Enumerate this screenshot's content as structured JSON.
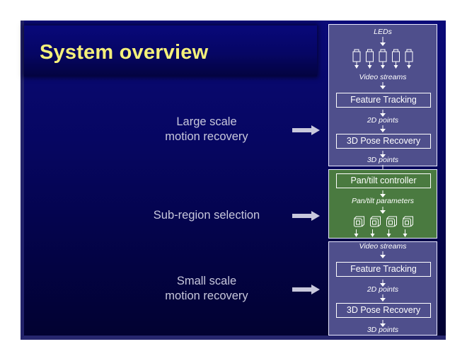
{
  "slide": {
    "title": "System overview",
    "colors": {
      "background": "#060660",
      "title": "#f4f07a",
      "label": "#c8c8dc",
      "panel_purple": "#4f4f8c",
      "panel_green": "#4a7a40",
      "arrow": "#c8c8dc"
    }
  },
  "stages": [
    {
      "label_line1": "Large scale",
      "label_line2": "motion recovery"
    },
    {
      "label_line1": "Sub-region selection"
    },
    {
      "label_line1": "Small scale",
      "label_line2": "motion recovery"
    }
  ],
  "pipeline": {
    "panel1": {
      "input": "LEDs",
      "camera_count": 5,
      "streams": "Video streams",
      "step1": "Feature Tracking",
      "mid": "2D points",
      "step2": "3D Pose Recovery",
      "output": "3D points"
    },
    "panel2": {
      "step1": "Pan/tilt controller",
      "mid": "Pan/tilt parameters",
      "camera_count": 4
    },
    "panel3": {
      "input": "Video streams",
      "step1": "Feature Tracking",
      "mid": "2D points",
      "step2": "3D Pose Recovery",
      "output": "3D points"
    }
  }
}
